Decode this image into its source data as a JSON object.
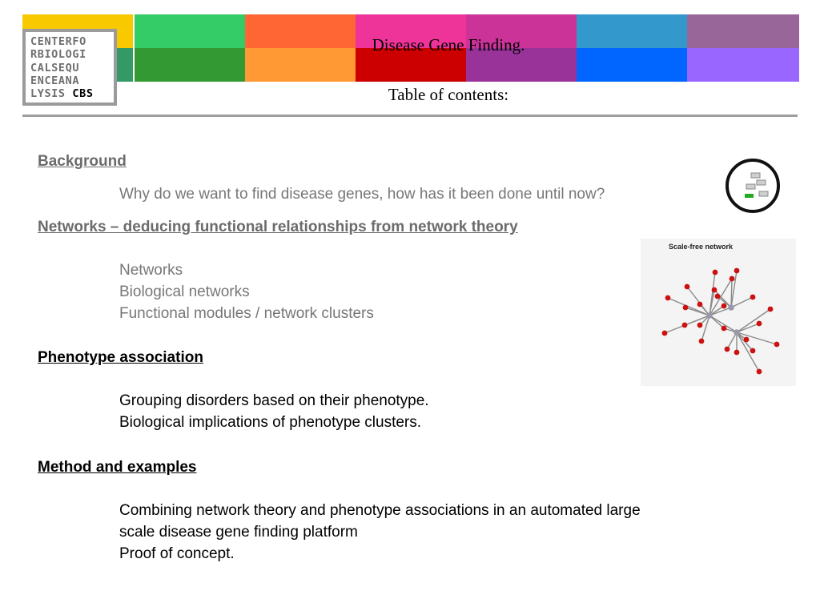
{
  "header": {
    "logo_lines": [
      "CENTERFO",
      "RBIOLOGI",
      "CALSEQU",
      "ENCEANA",
      "LYSIS"
    ],
    "logo_emphasis": "CBS",
    "title": "Disease Gene Finding.",
    "subtitle": "Table of contents:",
    "banner_colors_top": [
      "#f9c900",
      "#33cc66",
      "#ff6633",
      "#ee3399",
      "#cc3399",
      "#3399cc",
      "#996699"
    ],
    "banner_colors_bottom": [
      "#339966",
      "#339933",
      "#ff9933",
      "#cc0000",
      "#993399",
      "#0066ff",
      "#9966ff"
    ]
  },
  "sections": [
    {
      "heading": "Background",
      "items": [
        "Why do we want to find disease genes, how has it been done until now?"
      ]
    },
    {
      "heading": "Networks – deducing functional relationships from network theory",
      "items": [
        "Networks",
        "Biological networks",
        "Functional modules / network clusters"
      ]
    },
    {
      "heading": "Phenotype association",
      "items": [
        "Grouping disorders based on their phenotype.",
        "Biological implications of phenotype clusters."
      ]
    },
    {
      "heading": "Method and examples",
      "items": [
        "Combining network theory and phenotype associations in an automated large",
        "scale disease gene finding platform",
        "Proof of concept."
      ]
    }
  ],
  "figure": {
    "title": "Scale-free network",
    "node_color": "#cc1111",
    "hub_color": "#9999aa",
    "edge_color": "#8a8a8a"
  },
  "icon": {
    "name": "network-modules-icon",
    "accent": "#22aa22"
  }
}
